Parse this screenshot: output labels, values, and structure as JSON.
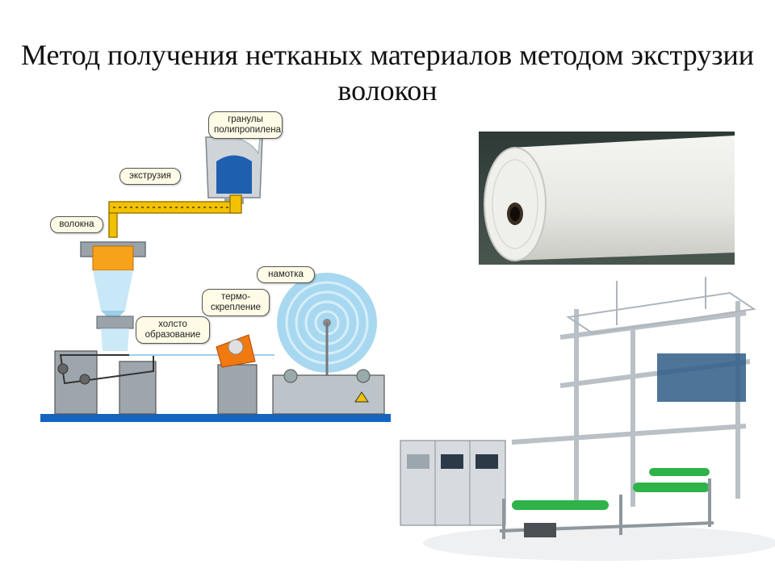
{
  "slide": {
    "title": "Метод получения нетканых материалов методом экструзии волокон"
  },
  "diagram": {
    "labels": {
      "granules": "гранулы полипропилена",
      "extrusion": "экструзия",
      "fibers": "волокна",
      "winding": "намотка",
      "thermobonding": "термо- скрепление",
      "web_forming": "холсто образование"
    }
  },
  "colors": {
    "belt": "#1565c0",
    "extruder": "#f2c200",
    "granules": "#1f5fb0",
    "heat": "#f7a21b",
    "winding_roll": "#a8d8f0"
  }
}
